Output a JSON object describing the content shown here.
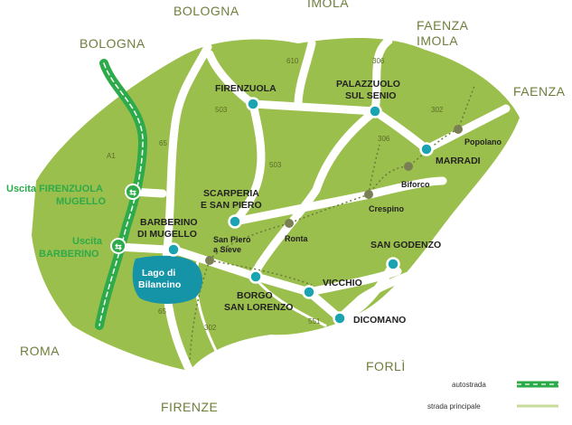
{
  "regions": {
    "bologna_top": "BOLOGNA",
    "imola_top": "IMOLA",
    "faenza_imola_1": "FAENZA",
    "faenza_imola_2": "IMOLA",
    "faenza_right": "FAENZA",
    "bologna_left": "BOLOGNA",
    "roma": "ROMA",
    "firenze": "FIRENZE",
    "forli": "FORLÌ"
  },
  "exits": {
    "firenzuola_1": "Uscita FIRENZUOLA",
    "firenzuola_2": "MUGELLO",
    "barberino_1": "Uscita",
    "barberino_2": "BARBERINO"
  },
  "towns": {
    "firenzuola": "FIRENZUOLA",
    "palazzuolo_1": "PALAZZUOLO",
    "palazzuolo_2": "SUL SENIO",
    "marradi": "MARRADI",
    "scarperia_1": "SCARPERIA",
    "scarperia_2": "E SAN PIERO",
    "barberino_1": "BARBERINO",
    "barberino_2": "DI MUGELLO",
    "borgo_1": "BORGO",
    "borgo_2": "SAN LORENZO",
    "vicchio": "VICCHIO",
    "dicomano": "DICOMANO",
    "san_godenzo": "SAN GODENZO"
  },
  "stations": {
    "popolano": "Popolano",
    "biforco": "Biforco",
    "crespino": "Crespino",
    "ronta": "Ronta",
    "san_piero_1": "San Piero",
    "san_piero_2": "a Sieve"
  },
  "lake": {
    "line1": "Lago di",
    "line2": "Bilancino"
  },
  "roads": {
    "r610": "610",
    "r306a": "306",
    "r306b": "306",
    "r302a": "302",
    "r302b": "302",
    "r503a": "503",
    "r503b": "503",
    "r65a": "65",
    "r65b": "65",
    "a1": "A1",
    "r551": "551"
  },
  "legend": {
    "motorway": "autostrada",
    "main_road": "strada principale"
  },
  "colors": {
    "land": "#9bbf4c",
    "road": "#ffffff",
    "motorway": "#2daa4a",
    "town_marker": "#1aa3b0",
    "station_marker": "#7a7f55",
    "lake": "#1594a8",
    "region_text": "#6f7f3a"
  }
}
